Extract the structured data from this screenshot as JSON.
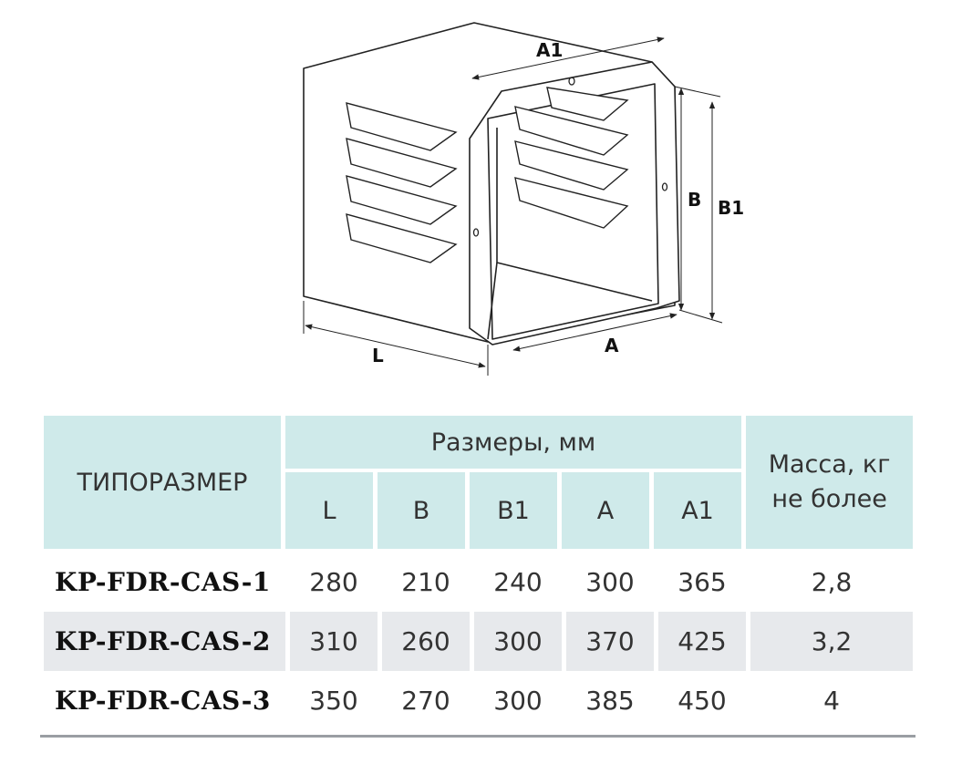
{
  "drawing": {
    "labels": {
      "a1": "A1",
      "b": "B",
      "b1": "B1",
      "a": "A",
      "l": "L"
    }
  },
  "table": {
    "header": {
      "model_col": "ТИПОРАЗМЕР",
      "dims_group": "Размеры, мм",
      "dims": [
        "L",
        "B",
        "B1",
        "A",
        "A1"
      ],
      "mass_col": "Масса, кг не более"
    },
    "rows": [
      {
        "model": "KP-FDR-CAS-1",
        "values": [
          "280",
          "210",
          "240",
          "300",
          "365"
        ],
        "mass": "2,8"
      },
      {
        "model": "KP-FDR-CAS-2",
        "values": [
          "310",
          "260",
          "300",
          "370",
          "425"
        ],
        "mass": "3,2"
      },
      {
        "model": "KP-FDR-CAS-3",
        "values": [
          "350",
          "270",
          "300",
          "385",
          "450"
        ],
        "mass": "4"
      }
    ]
  }
}
